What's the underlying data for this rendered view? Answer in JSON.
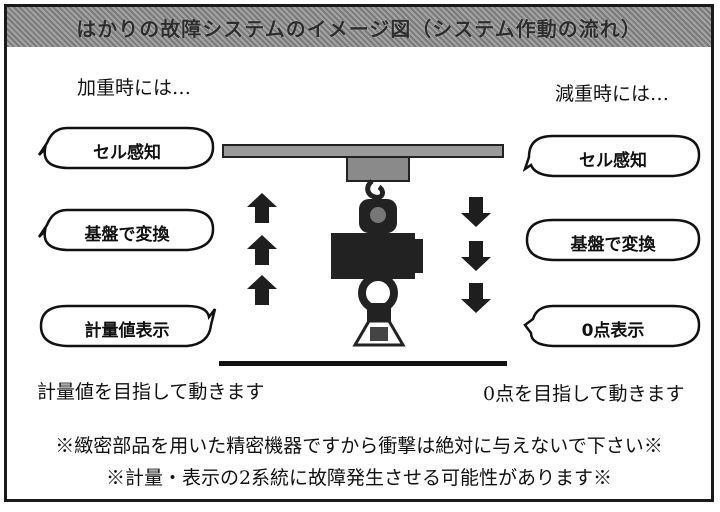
{
  "title": "はかりの故障システムのイメージ図（システム作動の流れ）",
  "left": {
    "heading": "加重時には…",
    "steps": [
      "セル感知",
      "基盤で変換",
      "計量値表示"
    ],
    "result": "計量値を目指して動きます"
  },
  "right": {
    "heading": "減重時には…",
    "steps": [
      "セル感知",
      "基盤で変換",
      "0点表示"
    ],
    "result": "0点を目指して動きます"
  },
  "notes": [
    "※緻密部品を用いた精密機器ですから衝撃は絶対に与えないで下さい※",
    "※計量・表示の2系統に故障発生させる可能性があります※"
  ],
  "colors": {
    "frame": "#1a1a1a",
    "titlebar": "#8c8c8c",
    "shape_dark": "#222222",
    "shape_gray": "#9a9a9a"
  },
  "icons": {
    "up": "arrow-up-icon",
    "down": "arrow-down-icon",
    "scale": "hanging-scale-icon"
  }
}
